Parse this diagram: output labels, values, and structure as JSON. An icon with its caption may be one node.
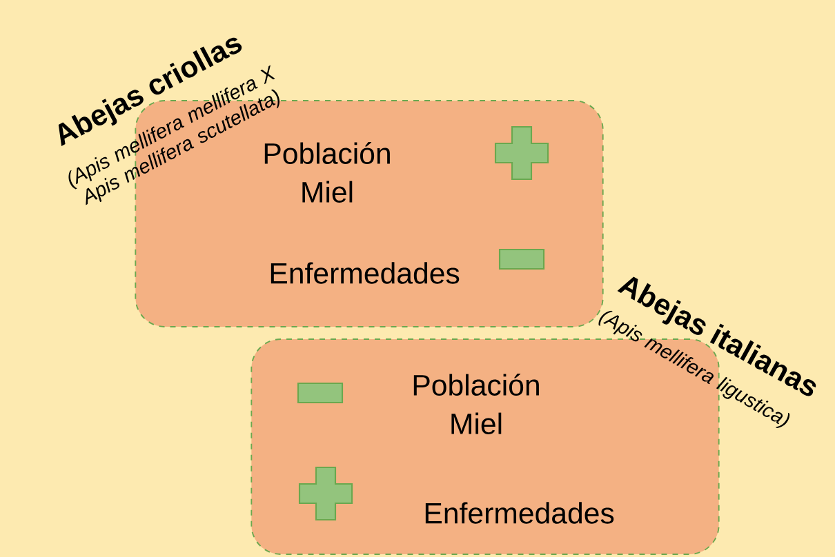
{
  "diagram": {
    "nodes": [
      {
        "text": [
          "Abejas criollas",
          "(Apis mellifera mellifera X Apis mellifera scutellata)",
          "Población Miel",
          "Enfermedades"
        ]
      },
      {
        "text": [
          "Abejas italianas",
          "(Apis mellifera ligustica)",
          "Población Miel",
          "Enfermedades"
        ]
      }
    ]
  }
}
